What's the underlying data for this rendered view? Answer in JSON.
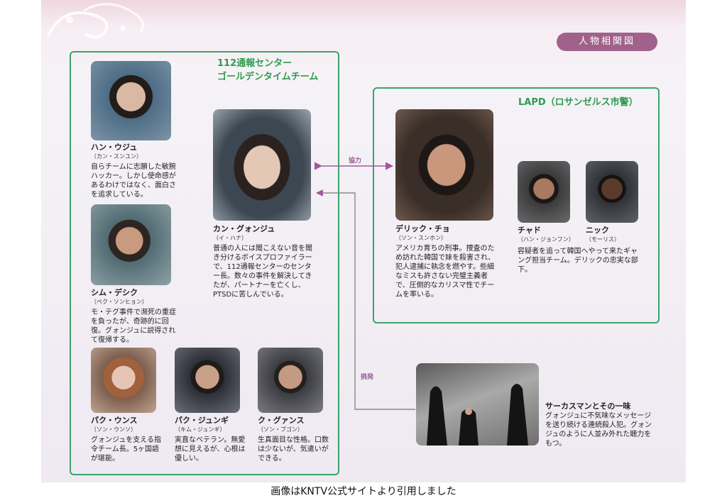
{
  "badge": "人物相関図",
  "group112": {
    "title_line1": "112通報センター",
    "title_line2": "ゴールデンタイムチーム"
  },
  "lapd": {
    "title": "LAPD（ロサンゼルス市警）"
  },
  "relations": {
    "cooperate": "協力",
    "provoke": "挑発"
  },
  "people": {
    "han": {
      "name": "ハン・ウジュ",
      "actor": "（カン・スンユン）",
      "desc": "自らチームに志願した敏腕ハッカー。しかし使命感があるわけではなく、面白さを追求している。"
    },
    "kang": {
      "name": "カン・グォンジュ",
      "actor": "（イ・ハナ）",
      "desc": "普通の人には聞こえない音を聞き分けるボイスプロファイラーで、112通報センターのセンター長。数々の事件を解決してきたが、パートナーを亡くし、PTSDに苦しんでいる。"
    },
    "shim": {
      "name": "シム・デシク",
      "actor": "（ペク・ソンヒョン）",
      "desc": "モ・テグ事件で瀕死の重症を負ったが、奇跡的に回復。グォンジュに説得されて復帰する。"
    },
    "park_u": {
      "name": "パク・ウンス",
      "actor": "（ソン・ウンソ）",
      "desc": "グォンジュを支える指令チーム長。5ヶ国語が堪能。"
    },
    "park_j": {
      "name": "パク・ジュンギ",
      "actor": "（キム・ジュンギ）",
      "desc": "実直なベテラン。無愛想に見えるが、心根は優しい。"
    },
    "ku": {
      "name": "ク・グァンス",
      "actor": "（ソン・ブゴン）",
      "desc": "生真面目な性格。口数は少ないが、気遣いができる。"
    },
    "derek": {
      "name": "デリック・チョ",
      "actor": "（ソン・スンホン）",
      "desc": "アメリカ育ちの刑事。捜査のため訪れた韓国で妹を殺害され、犯人逮捕に執念を燃やす。些細なミスも許さない完璧主義者で、圧倒的なカリスマ性でチームを率いる。"
    },
    "chad": {
      "name": "チャド",
      "actor": "（ハン・ジョンフン）"
    },
    "nick": {
      "name": "ニック",
      "actor": "（モーリス）",
      "desc": "容疑者を追って韓国へやって来たギャング担当チーム。デリックの忠実な部下。"
    },
    "circus": {
      "name": "サーカスマンとその一味",
      "desc": "グォンジュに不気味なメッセージを送り続ける連続殺人犯。グォンジュのように人並み外れた聴力をもつ。"
    }
  },
  "caption": "画像はKNTV公式サイトより引用しました"
}
